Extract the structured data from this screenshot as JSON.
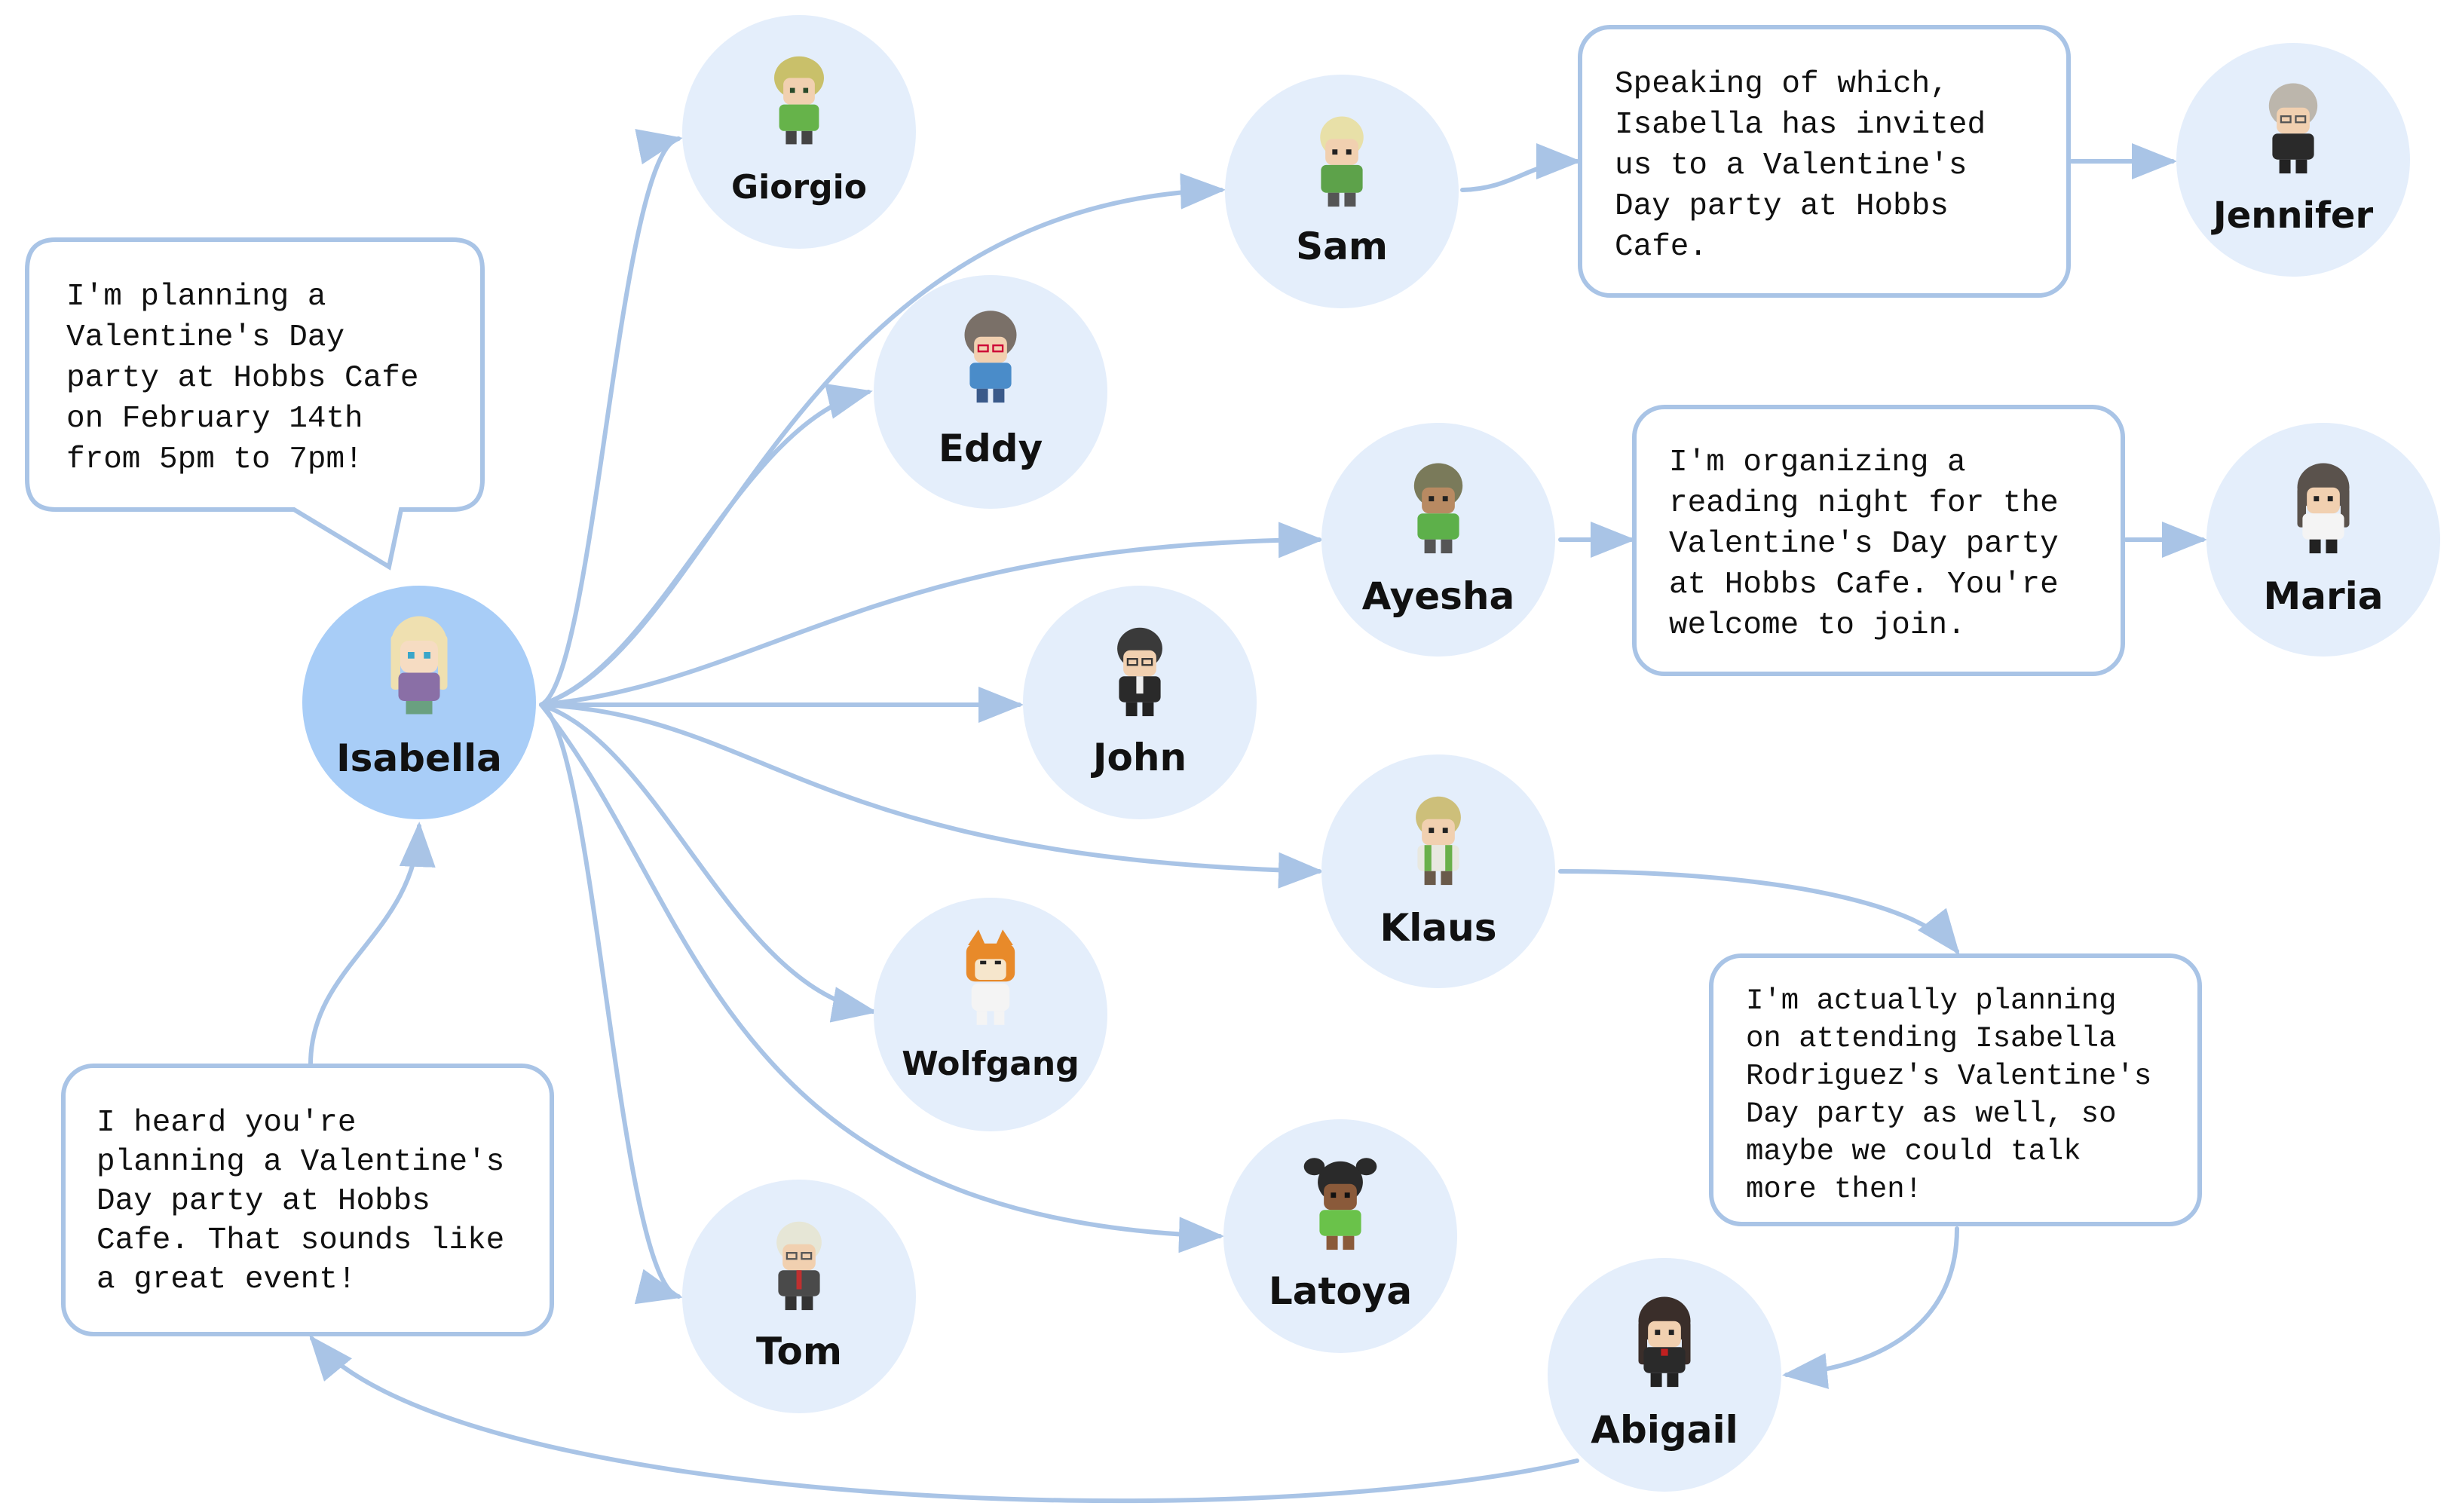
{
  "colors": {
    "edge": "#a9c4e6",
    "node_fill": "#e4eefb",
    "node_fill_source": "#a8cdf7",
    "bubble_border": "#a9c4e6",
    "text": "#111111"
  },
  "nodes": {
    "isabella": {
      "name": "Isabella",
      "icon": "isabella-avatar-icon"
    },
    "giorgio": {
      "name": "Giorgio",
      "icon": "giorgio-avatar-icon"
    },
    "eddy": {
      "name": "Eddy",
      "icon": "eddy-avatar-icon"
    },
    "sam": {
      "name": "Sam",
      "icon": "sam-avatar-icon"
    },
    "ayesha": {
      "name": "Ayesha",
      "icon": "ayesha-avatar-icon"
    },
    "john": {
      "name": "John",
      "icon": "john-avatar-icon"
    },
    "klaus": {
      "name": "Klaus",
      "icon": "klaus-avatar-icon"
    },
    "wolfgang": {
      "name": "Wolfgang",
      "icon": "wolfgang-avatar-icon"
    },
    "latoya": {
      "name": "Latoya",
      "icon": "latoya-avatar-icon"
    },
    "tom": {
      "name": "Tom",
      "icon": "tom-avatar-icon"
    },
    "jennifer": {
      "name": "Jennifer",
      "icon": "jennifer-avatar-icon"
    },
    "maria": {
      "name": "Maria",
      "icon": "maria-avatar-icon"
    },
    "abigail": {
      "name": "Abigail",
      "icon": "abigail-avatar-icon"
    }
  },
  "bubbles": {
    "isabella_plan": {
      "lines": [
        "I'm planning a",
        "Valentine's Day",
        "party at Hobbs Cafe",
        "on February 14th",
        "from 5pm to 7pm!"
      ]
    },
    "sam_jennifer": {
      "lines": [
        "Speaking of which,",
        "Isabella has invited",
        "us to a Valentine's",
        "Day party at Hobbs",
        "Cafe."
      ]
    },
    "ayesha_maria": {
      "lines": [
        "I'm organizing a",
        "reading night for the",
        "Valentine's Day party",
        "at Hobbs Cafe. You're",
        "welcome to join."
      ]
    },
    "klaus_abigail": {
      "lines": [
        "I'm actually planning",
        "on attending Isabella",
        "Rodriguez's Valentine's",
        "Day party as well, so",
        "maybe we could talk",
        "more then!"
      ]
    },
    "abigail_isabella": {
      "lines": [
        "I heard you're",
        "planning a Valentine's",
        "Day party at Hobbs",
        "Cafe. That sounds like",
        "a great event!"
      ]
    }
  }
}
